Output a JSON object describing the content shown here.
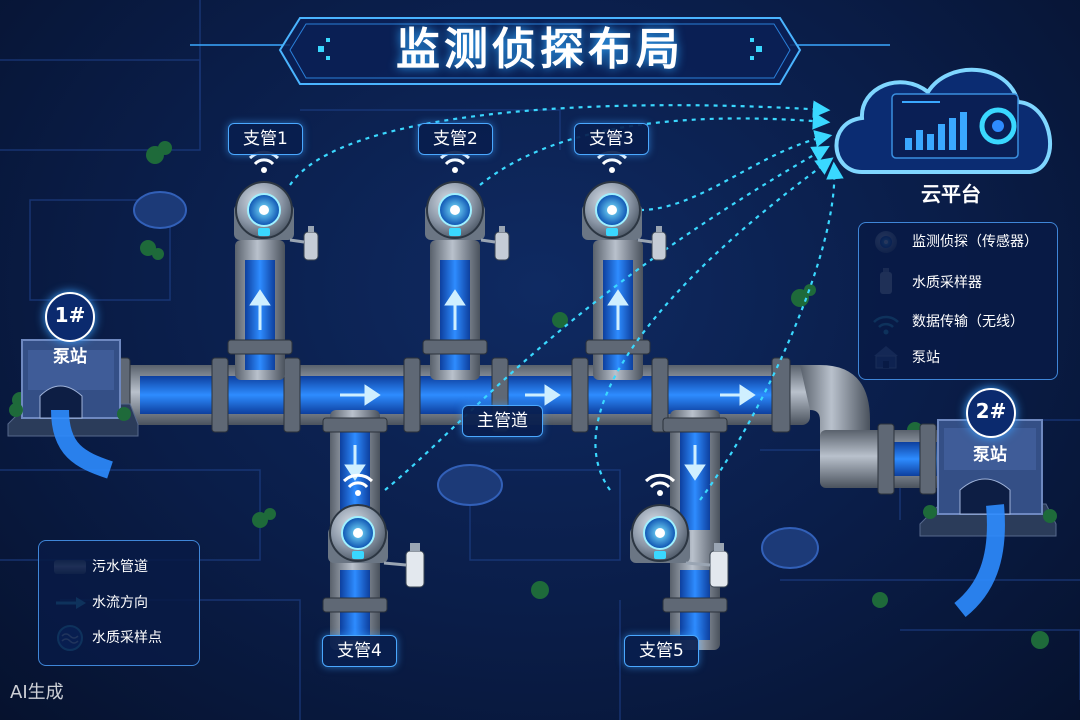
{
  "title": "监测侦探布局",
  "branches": [
    {
      "id": "b1",
      "label": "支管1"
    },
    {
      "id": "b2",
      "label": "支管2"
    },
    {
      "id": "b3",
      "label": "支管3"
    },
    {
      "id": "b4",
      "label": "支管4"
    },
    {
      "id": "b5",
      "label": "支管5"
    }
  ],
  "main_pipe_label": "主管道",
  "stations": [
    {
      "number": "1#",
      "label": "泵站"
    },
    {
      "number": "2#",
      "label": "泵站"
    }
  ],
  "cloud": {
    "label": "云平台"
  },
  "legend_devices": [
    {
      "icon": "sensor-icon",
      "label": "监测侦探（传感器）"
    },
    {
      "icon": "water-sampler-icon",
      "label": "水质采样器"
    },
    {
      "icon": "wifi-icon",
      "label": "数据传输（无线）"
    },
    {
      "icon": "pump-station-icon",
      "label": "泵站"
    }
  ],
  "legend_pipes": [
    {
      "icon": "sewage-pipe-icon",
      "label": "污水管道"
    },
    {
      "icon": "flow-arrow-icon",
      "label": "水流方向"
    },
    {
      "icon": "sampling-point-icon",
      "label": "水质采样点"
    }
  ],
  "watermark": "AI生成",
  "colors": {
    "background": "#0a1d48",
    "accent": "#3ad8ff",
    "pipe": "#7d8796",
    "water": "#1a6fe0",
    "border": "#4aa8ff"
  }
}
